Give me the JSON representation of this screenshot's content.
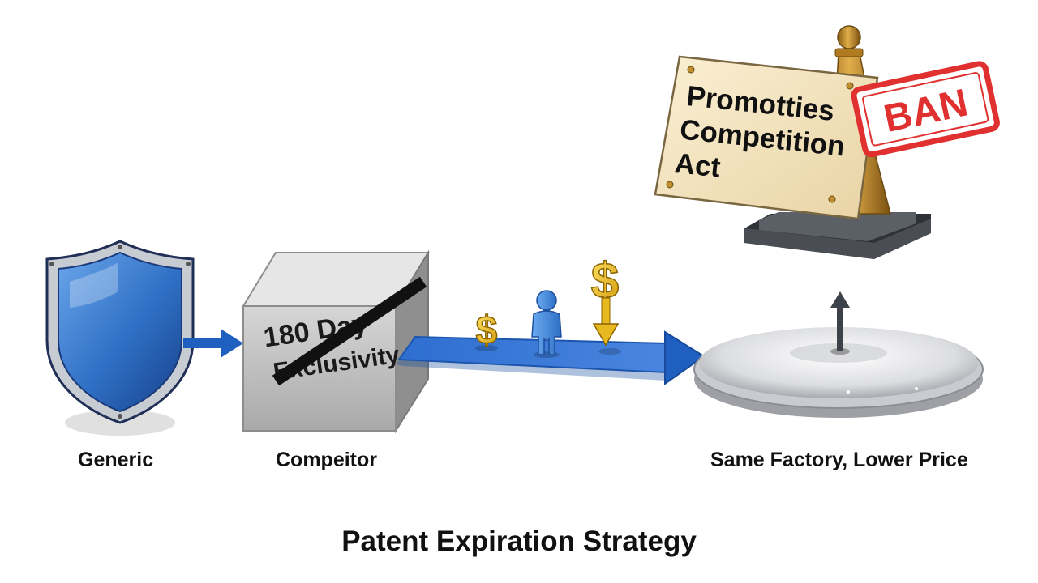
{
  "title": "Patent Expiration Strategy",
  "stages": {
    "generic": {
      "label": "Generic",
      "icon": "shield-icon"
    },
    "competitor": {
      "label": "Compeitor",
      "block_line_1": "180 Day",
      "block_line_2": "Exclusivity",
      "icon": "crossed-out-block-icon"
    },
    "factory": {
      "label": "Same Factory, Lower Price",
      "icon": "platform-icon"
    }
  },
  "sign": {
    "line_1": "Promotties",
    "line_2": "Competition",
    "line_3": "Act",
    "stamp": "BAN",
    "icon": "signpost-icon"
  },
  "path_icons": {
    "money_small": "$",
    "money_large": "$",
    "person": "person-icon"
  },
  "colors": {
    "shield_blue": "#2f6fc4",
    "arrow_blue": "#1f5fbf",
    "stamp_red": "#e03030",
    "gold": "#e8b820",
    "sign_paper": "#f3e4c0"
  }
}
